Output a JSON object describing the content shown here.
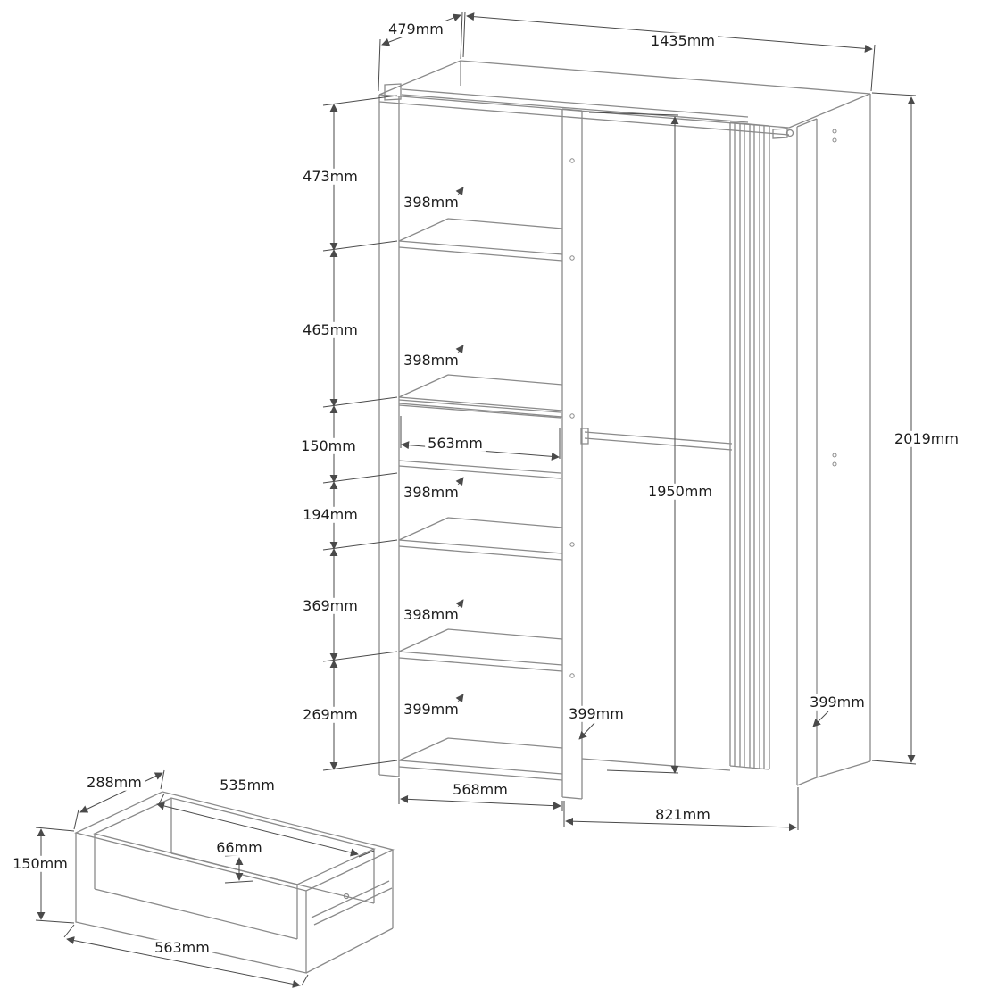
{
  "drawing": {
    "units": "mm",
    "colors": {
      "line": "#8a8a8a",
      "dimension": "#4a4a4a",
      "text": "#1c1c1c"
    },
    "dims": {
      "top_depth": "479mm",
      "top_width": "1435mm",
      "overall_height": "2019mm",
      "interior_height": "1950mm",
      "left_chain": [
        "473mm",
        "465mm",
        "150mm",
        "194mm",
        "369mm",
        "269mm"
      ],
      "shelf_depths": [
        "398mm",
        "398mm",
        "398mm",
        "398mm",
        "399mm"
      ],
      "middle_panel_depth": "399mm",
      "right_panel_depth": "399mm",
      "inner_drawer_width": "563mm",
      "left_section_width": "568mm",
      "right_section_width": "821mm",
      "drawer": {
        "depth": "288mm",
        "top_width": "535mm",
        "front_inner_height": "66mm",
        "height": "150mm",
        "width": "563mm"
      }
    }
  }
}
